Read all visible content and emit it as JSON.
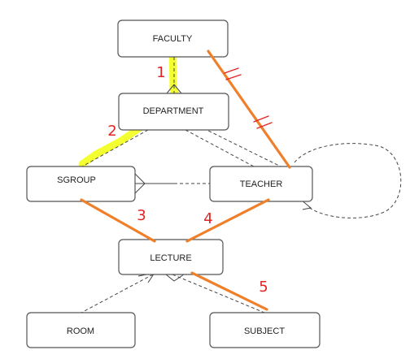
{
  "entities": [
    {
      "id": "faculty",
      "label": "FACULTY"
    },
    {
      "id": "department",
      "label": "DEPARTMENT"
    },
    {
      "id": "sgroup",
      "label": "SGROUP"
    },
    {
      "id": "teacher",
      "label": "TEACHER"
    },
    {
      "id": "lecture",
      "label": "LECTURE"
    },
    {
      "id": "room",
      "label": "ROOM"
    },
    {
      "id": "subject",
      "label": "SUBJECT"
    }
  ],
  "annotations": {
    "marker_1": "1",
    "marker_2": "2",
    "marker_3": "3",
    "marker_4": "4",
    "marker_5": "5"
  },
  "colors": {
    "highlight": "#f2ff1a",
    "annotation_line": "#f07f2a",
    "annotation_text": "#e32424"
  }
}
